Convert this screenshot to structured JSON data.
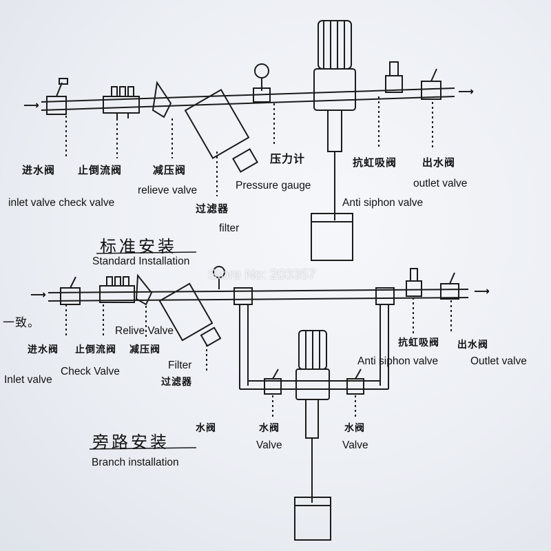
{
  "standard": {
    "title_cn": "标准安装",
    "title_en": "Standard Installation",
    "labels": {
      "inlet_cn": "进水阀",
      "check_cn": "止倒流阀",
      "relieve_cn": "减压阀",
      "filter_cn": "过滤器",
      "gauge_cn": "压力计",
      "antisiphon_cn": "抗虹吸阀",
      "outlet_cn": "出水阀",
      "inlet_check_en": "inlet valve check valve",
      "relieve_en": "relieve valve",
      "filter_en": "filter",
      "gauge_en": "Pressure gauge",
      "antisiphon_en": "Anti siphon valve",
      "outlet_en": "outlet valve"
    }
  },
  "branch": {
    "title_cn": "旁路安装",
    "title_en": "Branch installation",
    "labels": {
      "consistent_cn": "一致。",
      "inlet_cn": "进水阀",
      "check_cn": "止倒流阀",
      "relieve_cn": "减压阀",
      "filter_cn": "过滤器",
      "antisiphon_cn": "抗虹吸阀",
      "outlet_cn": "出水阀",
      "water_valve_cn": "水阀",
      "valve_left_cn": "水阀",
      "valve_right_cn": "水阀",
      "relive_en": "Relive Valve",
      "filter_en": "Filter",
      "inlet_en": "Inlet valve",
      "check_en": "Check Valve",
      "antisiphon_en": "Anti siphon valve",
      "outlet_en": "Outlet valve",
      "valve_left_en": "Valve",
      "valve_right_en": "Valve"
    }
  },
  "watermark": "Store No: 203357",
  "icons": {
    "flow_in": "arrow-right-icon",
    "flow_out": "arrow-right-icon"
  }
}
